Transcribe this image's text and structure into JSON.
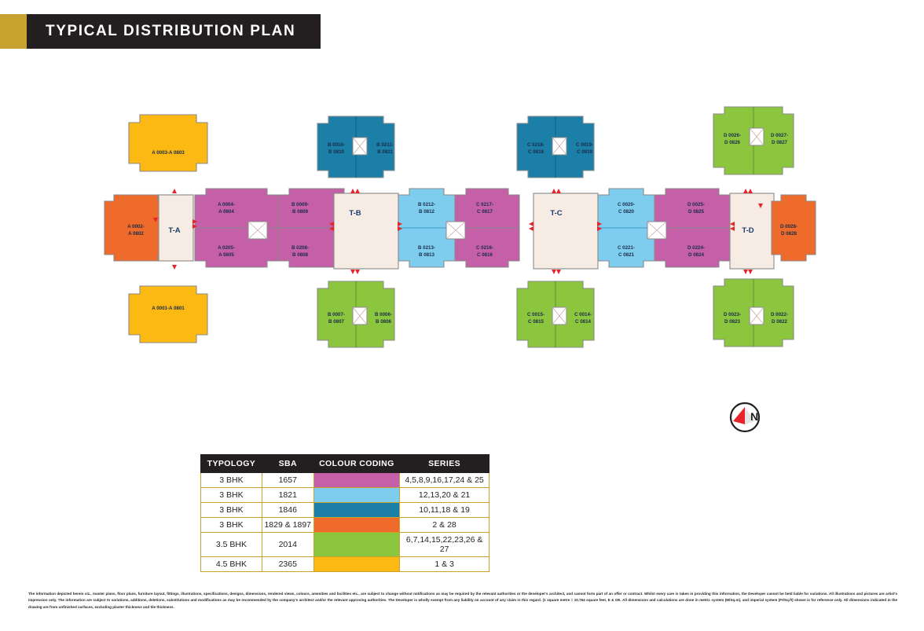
{
  "header": {
    "title": "TYPICAL DISTRIBUTION PLAN",
    "accent_color": "#c7a22e",
    "plate_color": "#231f20"
  },
  "palette": {
    "magenta": "#c45fa8",
    "light_blue": "#7fcdee",
    "teal": "#1b7fa7",
    "orange": "#ee6b2b",
    "green": "#8cc63f",
    "gold": "#fcb813",
    "core": "#f7ece3",
    "outline": "#8a8a8a",
    "label": "#1a2b4a",
    "core_label": "#1a3c6e",
    "arrow_red": "#e8232a"
  },
  "compass": {
    "label": "N",
    "name": "north-compass"
  },
  "towers": [
    {
      "id": "T-A",
      "core_label": "T-A",
      "units": [
        {
          "name": "A 0003-A 0803",
          "color": "gold"
        },
        {
          "name": "A 0002-A 0802",
          "color": "orange"
        },
        {
          "name": "A 0001-A 0801",
          "color": "gold"
        },
        {
          "name": "A 0004-A 0804",
          "color": "magenta"
        },
        {
          "name": "A 0205-A 0805",
          "color": "magenta"
        }
      ]
    },
    {
      "id": "T-B",
      "core_label": "T-B",
      "units": [
        {
          "name": "B 0010-B 0810",
          "color": "teal"
        },
        {
          "name": "B 0211-B 0811",
          "color": "teal"
        },
        {
          "name": "B 0009-B 0809",
          "color": "magenta"
        },
        {
          "name": "B 0208-B 0808",
          "color": "magenta"
        },
        {
          "name": "B 0007-B 0807",
          "color": "green"
        },
        {
          "name": "B 0006-B 0806",
          "color": "green"
        },
        {
          "name": "B 0212-B 0812",
          "color": "light_blue"
        },
        {
          "name": "B 0213-B 0813",
          "color": "light_blue"
        }
      ]
    },
    {
      "id": "T-C",
      "core_label": "T-C",
      "units": [
        {
          "name": "C 0218-C 0818",
          "color": "teal"
        },
        {
          "name": "C 0019-C 0819",
          "color": "teal"
        },
        {
          "name": "C 0217-C 0817",
          "color": "magenta"
        },
        {
          "name": "C 0216-C 0816",
          "color": "magenta"
        },
        {
          "name": "C 0015-C 0815",
          "color": "green"
        },
        {
          "name": "C 0014-C 0814",
          "color": "green"
        },
        {
          "name": "C 0020-C 0820",
          "color": "light_blue"
        },
        {
          "name": "C 0221-C 0821",
          "color": "light_blue"
        }
      ]
    },
    {
      "id": "T-D",
      "core_label": "T-D",
      "units": [
        {
          "name": "D 0026-D 0826",
          "color": "green"
        },
        {
          "name": "D 0027-D 0827",
          "color": "green"
        },
        {
          "name": "D 0025-D 0825",
          "color": "magenta"
        },
        {
          "name": "D 0224-D 0824",
          "color": "magenta"
        },
        {
          "name": "D 0023-D 0823",
          "color": "green"
        },
        {
          "name": "D 0022-D 0822",
          "color": "green"
        },
        {
          "name": "D 0028-D 0828",
          "color": "orange"
        }
      ]
    }
  ],
  "legend": {
    "headers": [
      "TYPOLOGY",
      "SBA",
      "COLOUR CODING",
      "SERIES"
    ],
    "rows": [
      {
        "typology": "3 BHK",
        "sba": "1657",
        "color": "#c45fa8",
        "series": "4,5,8,9,16,17,24 & 25"
      },
      {
        "typology": "3 BHK",
        "sba": "1821",
        "color": "#7fcdee",
        "series": "12,13,20 & 21"
      },
      {
        "typology": "3 BHK",
        "sba": "1846",
        "color": "#1b7fa7",
        "series": "10,11,18 & 19"
      },
      {
        "typology": "3 BHK",
        "sba": "1829 & 1897",
        "color": "#ee6b2b",
        "series": "2 & 28"
      },
      {
        "typology": "3.5 BHK",
        "sba": "2014",
        "color": "#8cc63f",
        "series": "6,7,14,15,22,23,26 & 27"
      },
      {
        "typology": "4.5 BHK",
        "sba": "2365",
        "color": "#fcb813",
        "series": "1 & 3"
      }
    ]
  },
  "disclaimer": {
    "text": "The information depicted herein viz., master plans, floor plans, furniture layout, fittings, illustrations, specifications, designs, dimensions, rendered views, colours, amenities and facilities etc., are subject to change without notifications as may be required by the relevant authorities or the developer's architect, and cannot form part of an offer or contract. Whilst every care is taken in providing this information, the Developer cannot be held liable for variations. All illustrations and pictures are artist's impression only. The information are subject to variations, additions, deletions, substitutions and modifications as may be recommended by the company's architect and/or the relevant approving authorities. The Developer is wholly exempt from any liability on account of any claim in this regard. (1 square metre = 10.764 square feet, E & OE.  All dimensions and calculations are done in metric system (M/Sq.m), and imperial system (Ft/Sq.ft) shown is for reference only. All dimensions indicated in the drawing are from unfinished surfaces, excluding plaster thickness and tile thickness."
  }
}
